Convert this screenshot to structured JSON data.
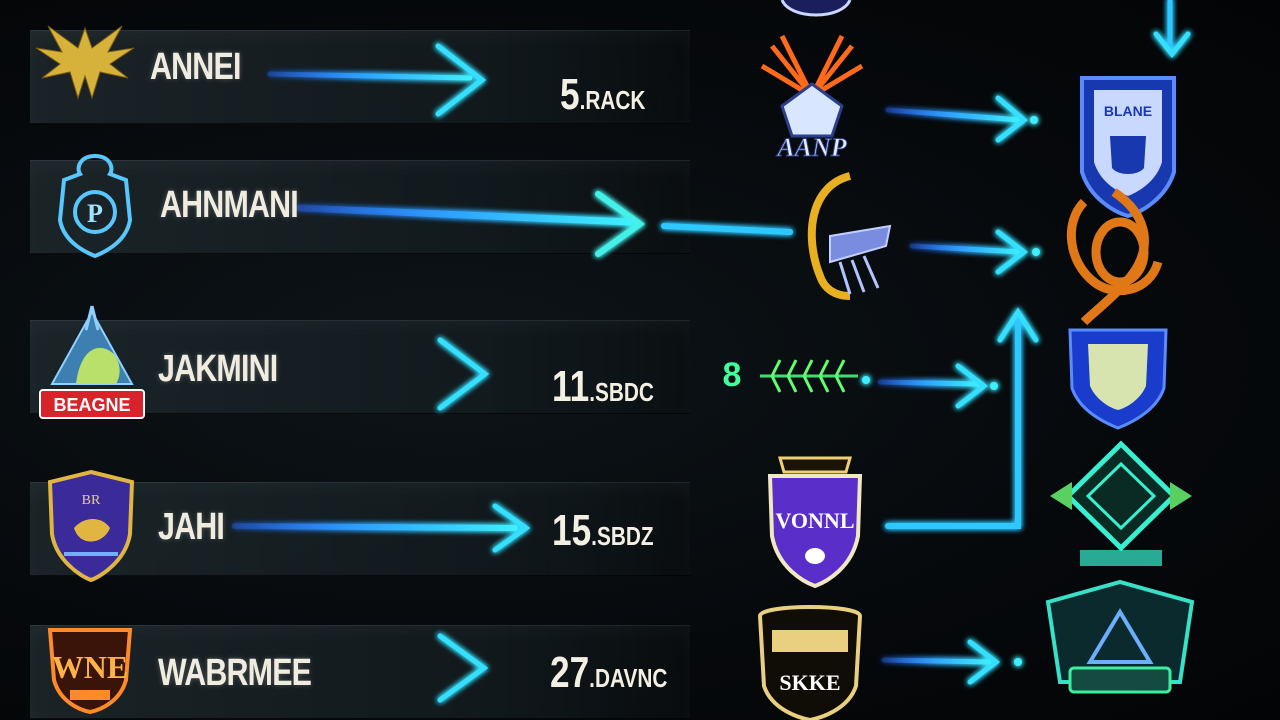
{
  "rows": [
    {
      "team": "ANNEI",
      "score_num": "5",
      "score_suffix": ".RACK",
      "crest_icon": "gold-phoenix-crest-icon"
    },
    {
      "team": "AHNMANI",
      "score_num": "",
      "score_suffix": "",
      "crest_icon": "blue-shield-crest-icon"
    },
    {
      "team": "JAKMINI",
      "score_num": "11",
      "score_suffix": ".SBDC",
      "crest_icon": "mountain-crest-icon",
      "crest_label": "BEAGNE"
    },
    {
      "team": "JAHI",
      "score_num": "15",
      "score_suffix": ".SBDZ",
      "crest_icon": "purple-shield-crest-icon"
    },
    {
      "team": "WABRMEE",
      "score_num": "27",
      "score_suffix": ".DAVNC",
      "crest_icon": "orange-crest-icon"
    }
  ],
  "bracket": {
    "mid_crests": [
      {
        "icon": "blue-emblem-icon"
      },
      {
        "icon": "orange-wings-crest-icon",
        "label": "AANP"
      },
      {
        "icon": "gold-horn-crest-icon"
      },
      {
        "icon": "green-feather-crest-icon",
        "label": "8"
      },
      {
        "icon": "purple-royal-crest-icon",
        "label": "VONNL"
      },
      {
        "icon": "dark-gold-crest-icon",
        "label": "SKKE"
      }
    ],
    "right_crests": [
      {
        "icon": "blue-shield-icon",
        "label": "BLANE"
      },
      {
        "icon": "orange-knot-crest-icon"
      },
      {
        "icon": "blue-small-shield-icon"
      },
      {
        "icon": "teal-diamond-crest-icon"
      },
      {
        "icon": "teal-banner-crest-icon"
      }
    ]
  },
  "colors": {
    "arrow": "#2fd3ff",
    "text": "#f1ece0",
    "panel": "#16202a"
  }
}
